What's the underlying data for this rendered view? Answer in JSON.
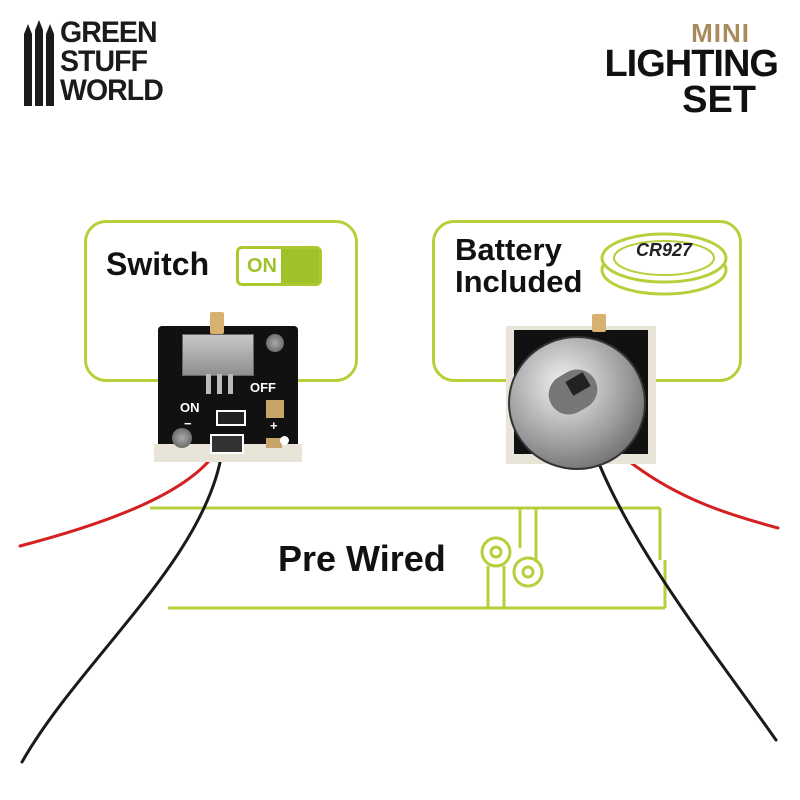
{
  "brand": {
    "lines": [
      "GREEN",
      "STUFF",
      "WORLD"
    ]
  },
  "product": {
    "line1": "MINI",
    "line2": "LIGHTING",
    "line3": "SET"
  },
  "features": {
    "switch": {
      "label": "Switch",
      "toggle_text": "ON"
    },
    "battery": {
      "label_line1": "Battery",
      "label_line2": "Included",
      "cell_text": "CR927"
    },
    "wired": {
      "label": "Pre Wired"
    }
  },
  "board_silkscreen": {
    "on": "ON",
    "off": "OFF",
    "minus": "−",
    "plus": "+"
  },
  "colors": {
    "accent_green": "#b7cf3a",
    "brand_gold": "#a88b5c",
    "wire_red": "#d42020",
    "wire_black": "#1a1a1a"
  }
}
